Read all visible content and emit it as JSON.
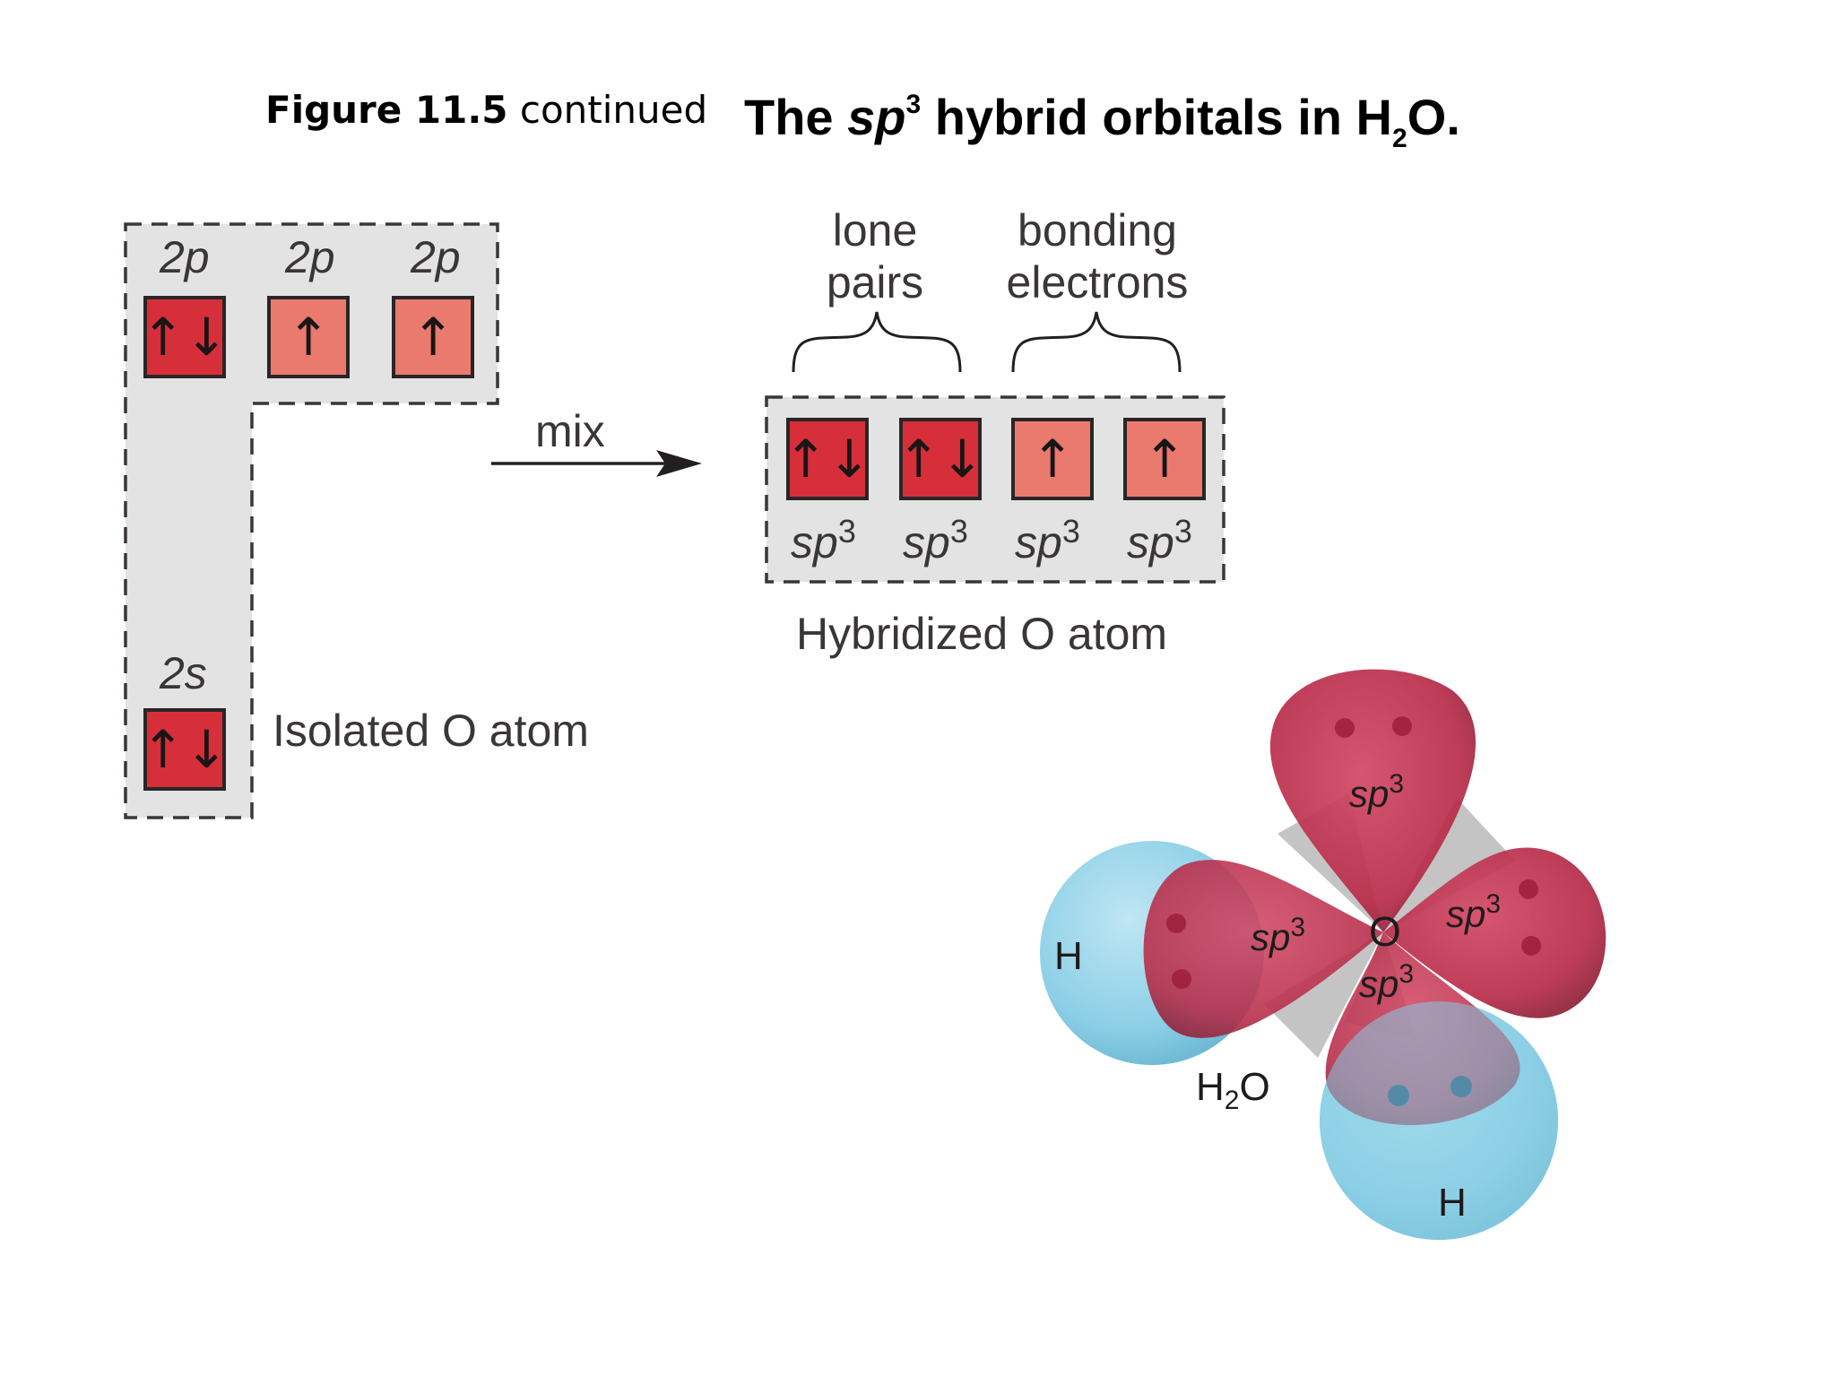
{
  "caption": {
    "figure_number": "Figure 11.5",
    "suffix": "continued"
  },
  "title": {
    "prefix": "The ",
    "italic": "sp",
    "superscript": "3",
    "middle": " hybrid orbitals in H",
    "subscript": "2",
    "end": "O."
  },
  "isolated": {
    "p_labels": [
      "2p",
      "2p",
      "2p"
    ],
    "p_orbitals": [
      "↑↓",
      "↑",
      "↑"
    ],
    "s_label": "2s",
    "s_orbital": "↑↓",
    "caption": "Isolated O atom"
  },
  "arrow_label": "mix",
  "hybrid": {
    "group_labels": {
      "lone_line1": "lone",
      "lone_line2": "pairs",
      "bond_line1": "bonding",
      "bond_line2": "electrons"
    },
    "orbitals": [
      "↑↓",
      "↑↓",
      "↑",
      "↑"
    ],
    "orbital_label": {
      "base": "sp",
      "sup": "3"
    },
    "caption": "Hybridized O atom"
  },
  "molecule": {
    "atom_O": "O",
    "atom_H_left": "H",
    "atom_H_bottom": "H",
    "formula": {
      "h": "H",
      "sub": "2",
      "o": "O"
    },
    "lobe_label": {
      "base": "sp",
      "sup": "3"
    }
  },
  "colors": {
    "orbital_paired": "#d72f39",
    "orbital_single": "#ea7a6e",
    "panel": "#e3e3e3",
    "lobe": "#c0314e",
    "hydrogen": "#8ccfe6"
  }
}
